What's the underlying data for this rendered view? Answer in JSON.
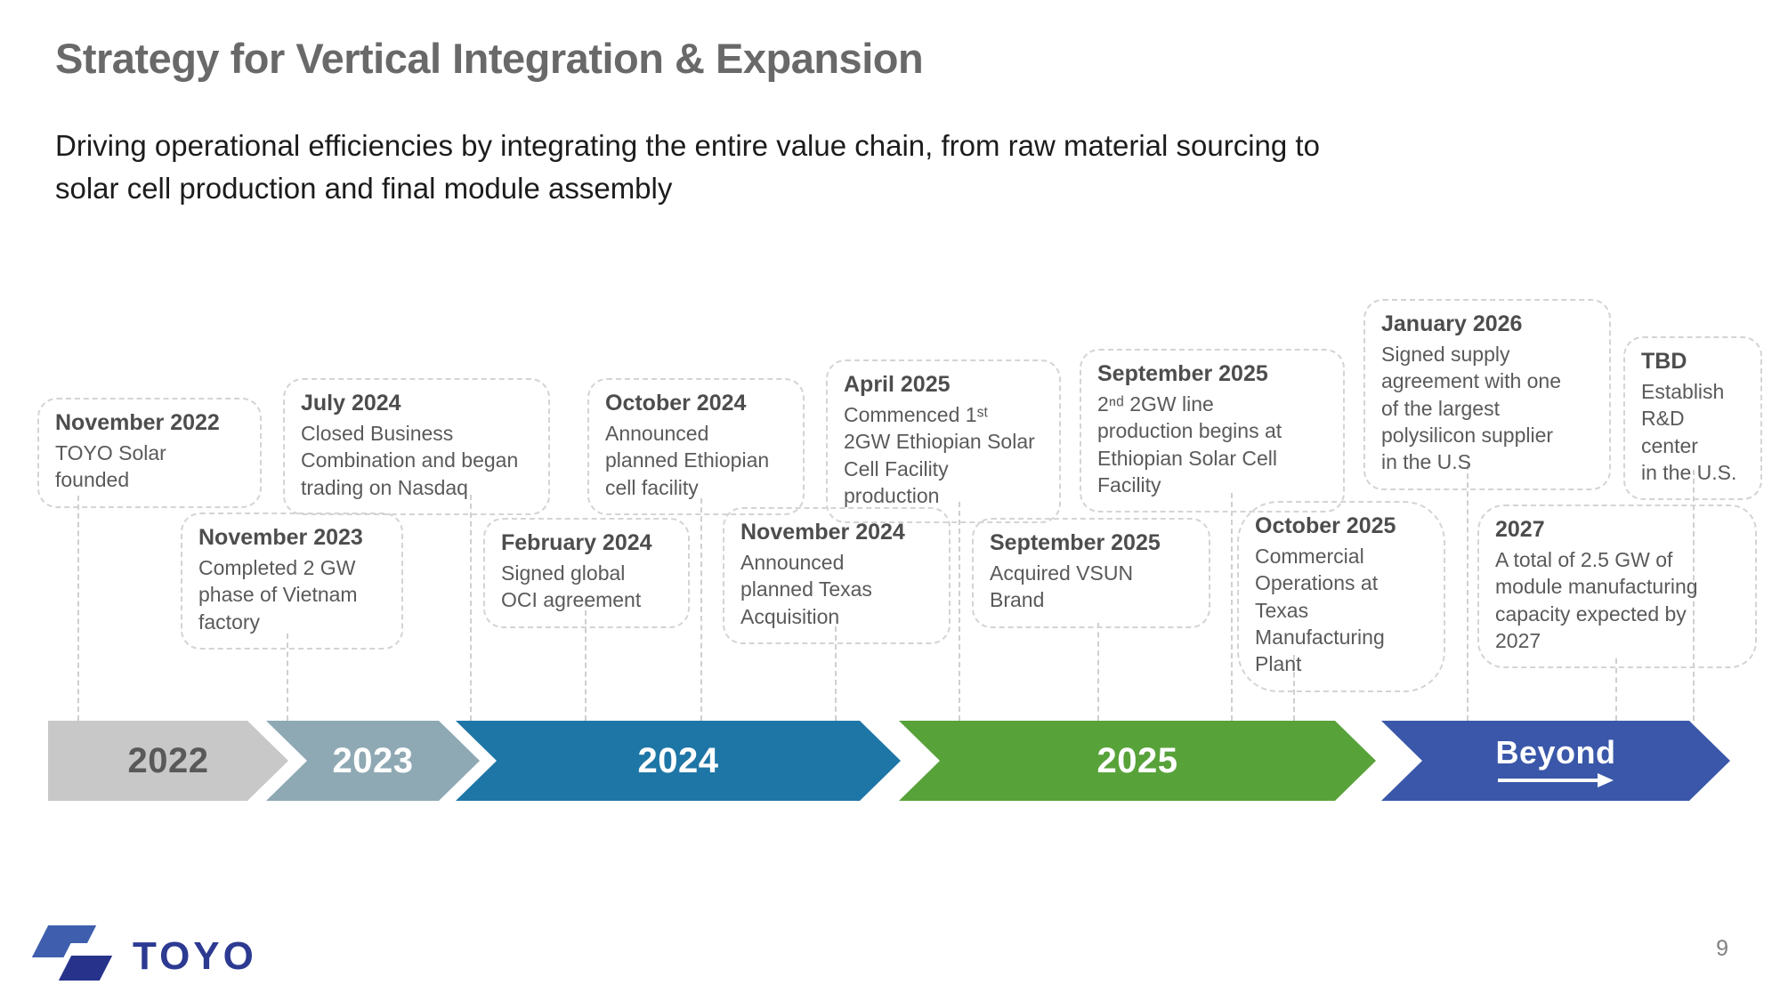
{
  "slide": {
    "title": "Strategy for Vertical Integration & Expansion",
    "subtitle": "Driving operational efficiencies by integrating the entire value chain, from raw material sourcing to\nsolar cell production and final module assembly",
    "page_number": "9"
  },
  "logo": {
    "text": "TOYO",
    "mark_light_color": "#3f5fae",
    "mark_dark_color": "#27338b",
    "text_color": "#2c3a92"
  },
  "timeline": {
    "arrows": [
      {
        "label": "2022",
        "color": "#c8c8c8",
        "text_color": "#595959"
      },
      {
        "label": "2023",
        "color": "#8fa9b4",
        "text_color": "#ffffff"
      },
      {
        "label": "2024",
        "color": "#1e76a6",
        "text_color": "#ffffff"
      },
      {
        "label": "2025",
        "color": "#58a23a",
        "text_color": "#ffffff"
      },
      {
        "label": "Beyond",
        "color": "#3a57a9",
        "text_color": "#ffffff"
      }
    ],
    "events": {
      "nov2022": {
        "date": "November 2022",
        "description": "TOYO Solar\nfounded"
      },
      "nov2023": {
        "date": "November 2023",
        "description": "Completed 2 GW\nphase of Vietnam\nfactory"
      },
      "feb2024": {
        "date": "February 2024",
        "description": "Signed global\nOCI agreement"
      },
      "jul2024": {
        "date": "July 2024",
        "description": "Closed Business\nCombination and began\ntrading on Nasdaq"
      },
      "oct2024": {
        "date": "October 2024",
        "description": "Announced\nplanned Ethiopian\ncell facility"
      },
      "nov2024": {
        "date": "November 2024",
        "description": "Announced\nplanned Texas\nAcquisition"
      },
      "apr2025": {
        "date": "April 2025",
        "description": "Commenced 1ˢᵗ\n2GW Ethiopian Solar\nCell Facility\nproduction"
      },
      "sep2025_line": {
        "date": "September 2025",
        "description": "2ⁿᵈ  2GW line\nproduction begins at\nEthiopian Solar Cell\nFacility"
      },
      "sep2025_vsun": {
        "date": "September 2025",
        "description": "Acquired VSUN\nBrand"
      },
      "oct2025": {
        "date": "October 2025",
        "description": "Commercial\nOperations  at Texas\nManufacturing Plant"
      },
      "jan2026": {
        "date": "January 2026",
        "description": "Signed supply\nagreement with one\nof the largest\npolysilicon supplier\nin the U.S"
      },
      "y2027": {
        "date": "2027",
        "description": "A total of 2.5 GW of\nmodule manufacturing\ncapacity expected by\n2027"
      },
      "tbd": {
        "date": "TBD",
        "description": "Establish\nR&D center\nin the U.S."
      }
    }
  }
}
